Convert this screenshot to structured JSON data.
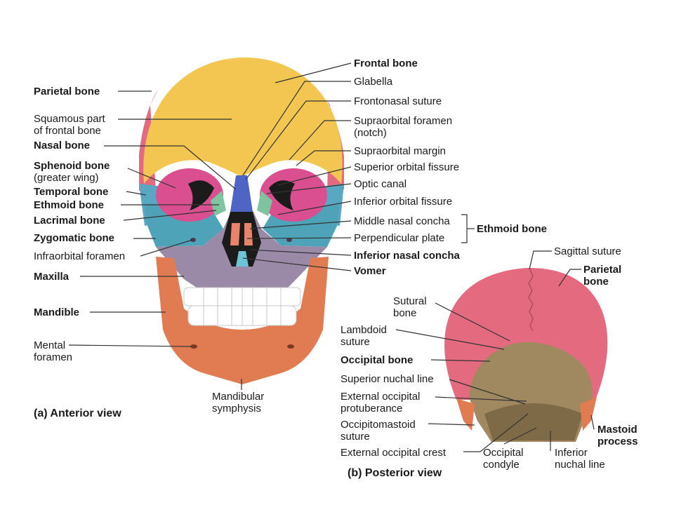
{
  "colors": {
    "frontal": "#f2c650",
    "parietal": "#e46a80",
    "nasal": "#4f65c6",
    "sphenoid": "#d94f8f",
    "temporal": "#5aa7c4",
    "zygomatic": "#4fa3b9",
    "maxilla": "#9a8aa8",
    "mandible": "#e07b52",
    "ethmoid": "#7fc4a0",
    "vomer": "#6fc3d6",
    "occipital": "#a08860",
    "leader": "#333333"
  },
  "anterior": {
    "caption": "(a) Anterior view",
    "left_labels": [
      {
        "text": "Parietal bone",
        "bold": true
      },
      {
        "text": "Squamous part\nof frontal bone",
        "bold": false
      },
      {
        "text": "Nasal bone",
        "bold": true
      },
      {
        "text": "Sphenoid bone",
        "bold": true
      },
      {
        "text": "(greater wing)",
        "bold": false
      },
      {
        "text": "Temporal bone",
        "bold": true
      },
      {
        "text": "Ethmoid bone",
        "bold": true
      },
      {
        "text": "Lacrimal bone",
        "bold": true
      },
      {
        "text": "Zygomatic bone",
        "bold": true
      },
      {
        "text": "Infraorbital foramen",
        "bold": false
      },
      {
        "text": "Maxilla",
        "bold": true
      },
      {
        "text": "Mandible",
        "bold": true
      },
      {
        "text": "Mental\nforamen",
        "bold": false
      }
    ],
    "right_labels": [
      {
        "text": "Frontal bone",
        "bold": true
      },
      {
        "text": "Glabella",
        "bold": false
      },
      {
        "text": "Frontonasal suture",
        "bold": false
      },
      {
        "text": "Supraorbital foramen\n(notch)",
        "bold": false
      },
      {
        "text": "Supraorbital margin",
        "bold": false
      },
      {
        "text": "Superior orbital fissure",
        "bold": false
      },
      {
        "text": "Optic canal",
        "bold": false
      },
      {
        "text": "Inferior orbital fissure",
        "bold": false
      },
      {
        "text": "Middle nasal concha",
        "bold": false
      },
      {
        "text": "Perpendicular plate",
        "bold": false
      },
      {
        "text": "Inferior nasal concha",
        "bold": true
      },
      {
        "text": "Vomer",
        "bold": true
      }
    ],
    "bracket_label": "Ethmoid bone",
    "bottom_label": "Mandibular\nsymphysis"
  },
  "posterior": {
    "caption": "(b) Posterior view",
    "labels": [
      {
        "text": "Sagittal suture",
        "bold": false
      },
      {
        "text": "Parietal\nbone",
        "bold": true
      },
      {
        "text": "Sutural\nbone",
        "bold": false
      },
      {
        "text": "Lambdoid\nsuture",
        "bold": false
      },
      {
        "text": "Occipital bone",
        "bold": true
      },
      {
        "text": "Superior nuchal line",
        "bold": false
      },
      {
        "text": "External occipital\nprotuberance",
        "bold": false
      },
      {
        "text": "Occipitomastoid\nsuture",
        "bold": false
      },
      {
        "text": "External occipital crest",
        "bold": false
      },
      {
        "text": "Occipital\ncondyle",
        "bold": false
      },
      {
        "text": "Inferior\nnuchal line",
        "bold": false
      },
      {
        "text": "Mastoid\nprocess",
        "bold": true
      }
    ]
  }
}
